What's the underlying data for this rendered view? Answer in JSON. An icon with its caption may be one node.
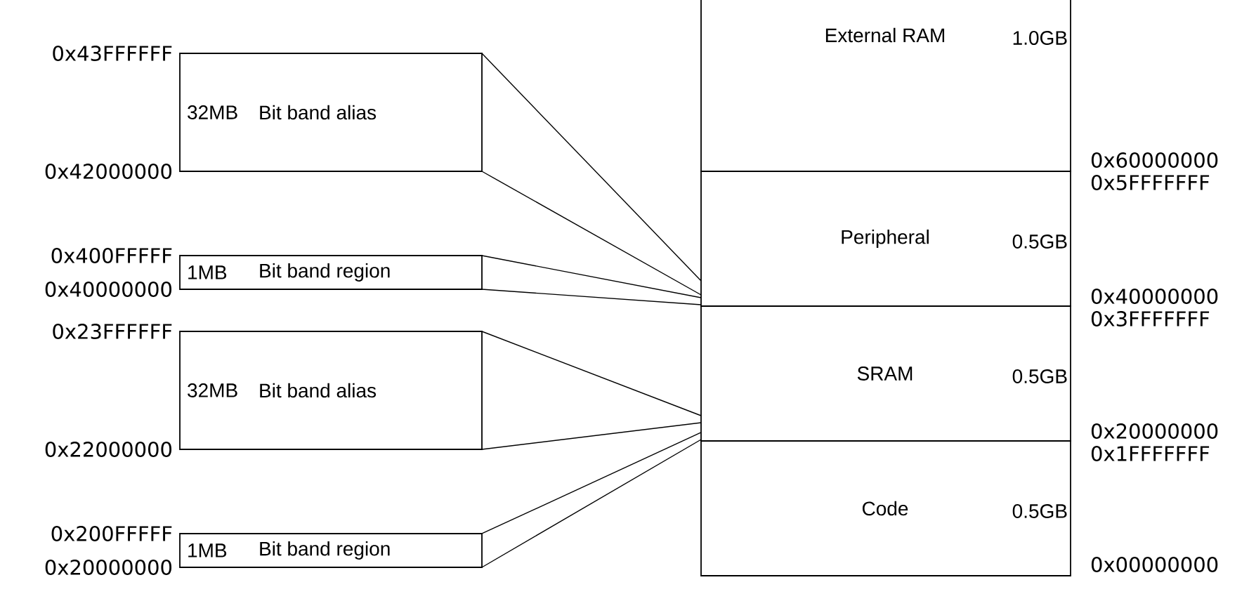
{
  "diagram": {
    "nodes": [
      {
        "text": [
          "32MB",
          "Bit band alias"
        ],
        "beside": [
          "0x43FFFFFF",
          "0x42000000"
        ]
      },
      {
        "text": [
          "1MB",
          "Bit band region"
        ],
        "beside": [
          "0x400FFFFF",
          "0x40000000"
        ]
      },
      {
        "text": [
          "32MB",
          "Bit band alias"
        ],
        "beside": [
          "0x23FFFFFF",
          "0x22000000"
        ]
      },
      {
        "text": [
          "1MB",
          "Bit band region"
        ],
        "beside": [
          "0x200FFFFF",
          "0x20000000"
        ]
      },
      {
        "text": [
          "External RAM",
          "1.0GB"
        ]
      },
      {
        "text": [
          "Peripheral",
          "0.5GB"
        ]
      },
      {
        "text": [
          "SRAM",
          "0.5GB"
        ]
      },
      {
        "text": [
          "Code",
          "0.5GB"
        ]
      }
    ],
    "edges": [
      {
        "from": 0,
        "to": 5,
        "arrow": "none"
      },
      {
        "from": 0,
        "to": 5,
        "arrow": "none"
      },
      {
        "from": 1,
        "to": 5,
        "arrow": "none"
      },
      {
        "from": 1,
        "to": 5,
        "arrow": "none"
      },
      {
        "from": 2,
        "to": 6,
        "arrow": "none"
      },
      {
        "from": 2,
        "to": 6,
        "arrow": "none"
      },
      {
        "from": 3,
        "to": 6,
        "arrow": "none"
      },
      {
        "from": 3,
        "to": 6,
        "arrow": "none"
      }
    ],
    "labels": [
      "0x60000000",
      "0x5FFFFFFF",
      "0x40000000",
      "0x3FFFFFFF",
      "0x20000000",
      "0x1FFFFFFF",
      "0x00000000"
    ]
  }
}
